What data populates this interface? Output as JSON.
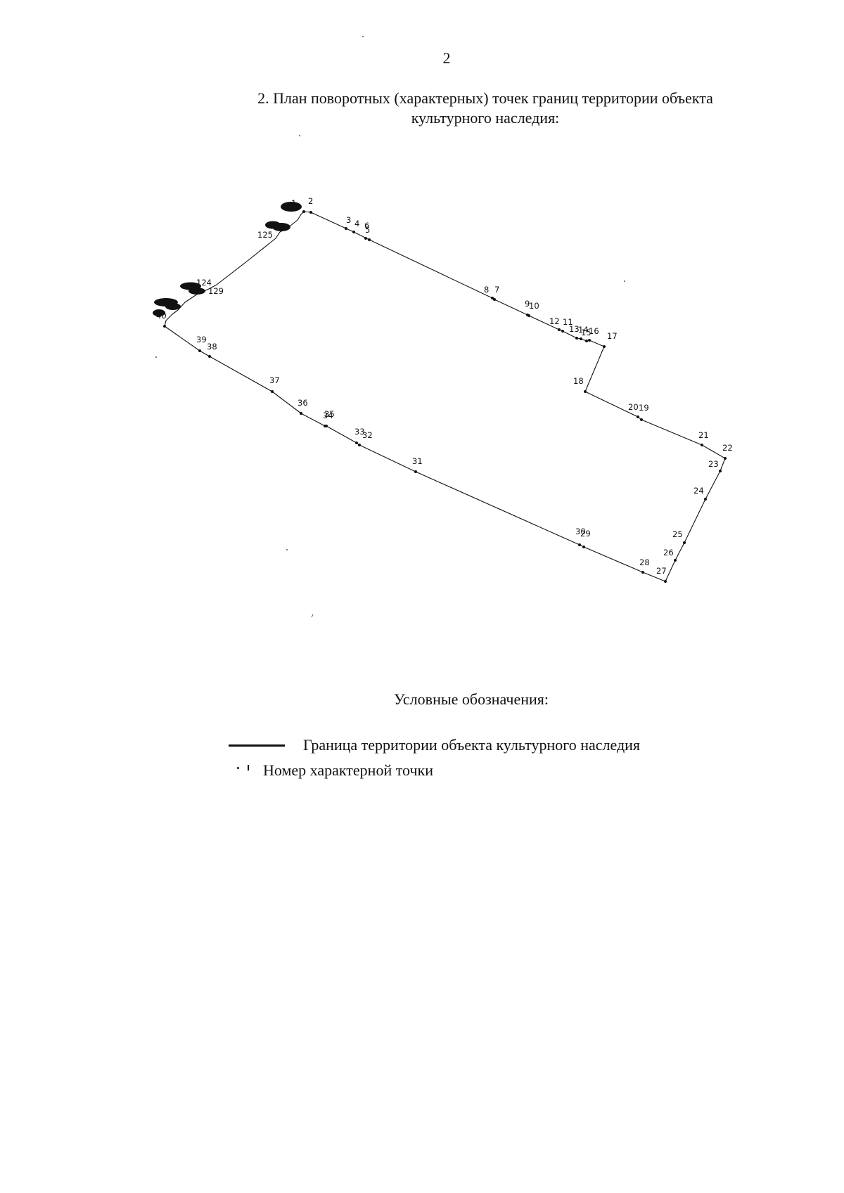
{
  "page_number": "2",
  "title": {
    "line1": "2. План поворотных (характерных) точек границ территории объекта",
    "line2": "культурного наследия:"
  },
  "plan": {
    "line_color": "#111111",
    "points": [
      {
        "label": "1"
      },
      {
        "label": "2"
      },
      {
        "label": "3"
      },
      {
        "label": "4"
      },
      {
        "label": "5"
      },
      {
        "label": "6"
      },
      {
        "label": "7"
      },
      {
        "label": "8"
      },
      {
        "label": "9"
      },
      {
        "label": "10"
      },
      {
        "label": "11"
      },
      {
        "label": "12"
      },
      {
        "label": "13"
      },
      {
        "label": "14"
      },
      {
        "label": "15"
      },
      {
        "label": "16"
      },
      {
        "label": "17"
      },
      {
        "label": "18"
      },
      {
        "label": "19"
      },
      {
        "label": "20"
      },
      {
        "label": "21"
      },
      {
        "label": "22"
      },
      {
        "label": "23"
      },
      {
        "label": "24"
      },
      {
        "label": "25"
      },
      {
        "label": "26"
      },
      {
        "label": "27"
      },
      {
        "label": "28"
      },
      {
        "label": "29"
      },
      {
        "label": "30"
      },
      {
        "label": "31"
      },
      {
        "label": "32"
      },
      {
        "label": "33"
      },
      {
        "label": "34"
      },
      {
        "label": "35"
      },
      {
        "label": "36"
      },
      {
        "label": "37"
      },
      {
        "label": "38"
      },
      {
        "label": "39"
      },
      {
        "label": "40"
      },
      {
        "label": "124"
      },
      {
        "label": "125"
      },
      {
        "label": "129"
      }
    ]
  },
  "legend": {
    "title": "Условные обозначения:",
    "boundary_label": "Граница территории объекта культурного наследия",
    "point_label": "Номер характерной точки"
  }
}
